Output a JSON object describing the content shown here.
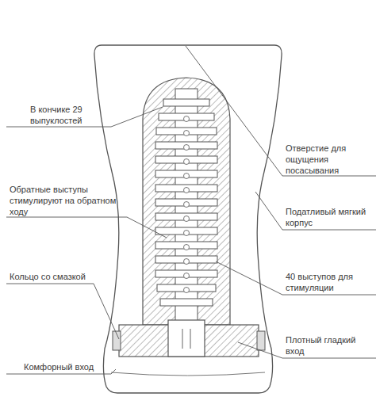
{
  "diagram": {
    "labels": [
      "В кончике 29 выпуклостей",
      "Отверстие для ощущения посасывания",
      "Обратные выступы стимулируют на обратном ходу",
      "Податливый мягкий корпус",
      "Кольцо со смазкой",
      "40 выступов для стимуляции",
      "Комфорный вход",
      "Плотный гладкий вход"
    ]
  }
}
